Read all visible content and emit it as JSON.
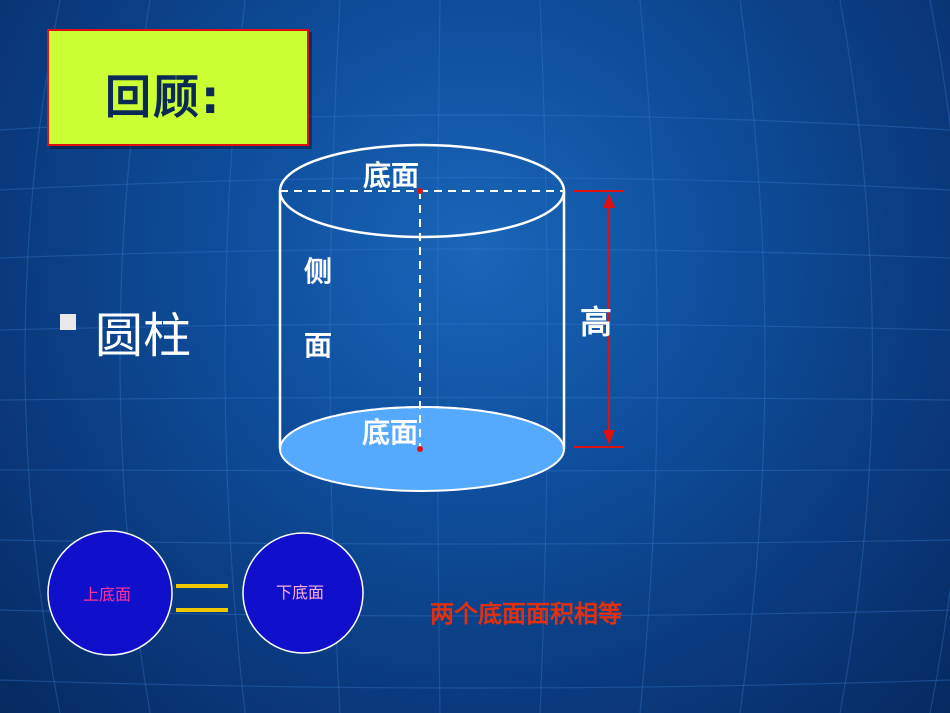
{
  "title": "回顾:",
  "bullet_text": "圆柱",
  "cylinder": {
    "top_label": "底面",
    "bottom_label": "底面",
    "side_label_1": "侧",
    "side_label_2": "面",
    "height_label": "高"
  },
  "circles": {
    "left_label": "上底面",
    "right_label": "下底面"
  },
  "note": "两个底面面积相等",
  "colors": {
    "title_bg": "#ccff33",
    "title_border": "#dd1111",
    "title_text": "#0a2a55",
    "accent_red": "#e01010",
    "equals": "#f0c800",
    "circle_fill": "#1010cc",
    "left_circle_text": "#ff3399",
    "note": "#e03010"
  }
}
